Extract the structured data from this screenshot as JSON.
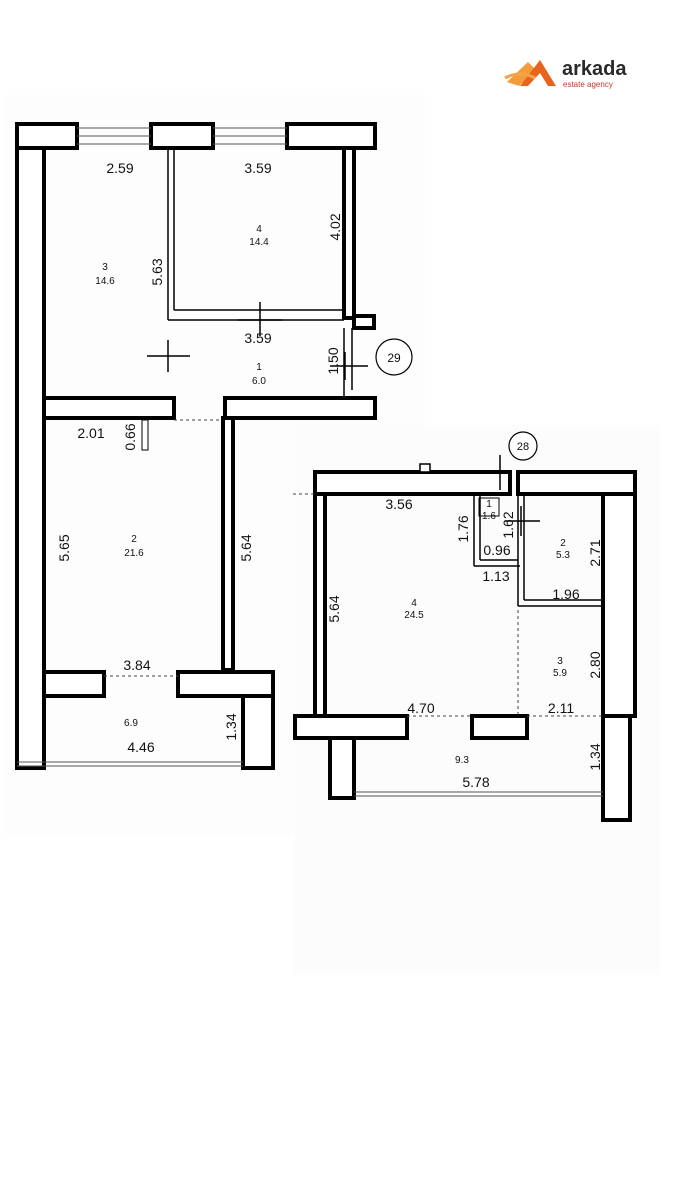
{
  "brand": {
    "name": "arkada",
    "tagline": "estate agency",
    "color_primary": "#e8641e",
    "color_dark": "#2a2a2a"
  },
  "plan_29": {
    "unit_number": "29",
    "rooms": [
      {
        "num": "1",
        "area": "6.0"
      },
      {
        "num": "2",
        "area": "21.6"
      },
      {
        "num": "3",
        "area": "14.6"
      },
      {
        "num": "4",
        "area": "14.4"
      },
      {
        "num": "",
        "area": "6.9"
      }
    ],
    "dims": {
      "top_left": "2.59",
      "top_right": "3.59",
      "r4_height": "4.02",
      "r3_height": "5.63",
      "hall_width": "3.59",
      "hall_height": "1.50",
      "r2_top": "2.01",
      "door": "0.66",
      "r2_left_h": "5.65",
      "r2_right_h": "5.64",
      "r2_bottom": "3.84",
      "balcony_h": "1.34",
      "balcony_w": "4.46"
    }
  },
  "plan_28": {
    "unit_number": "28",
    "rooms": [
      {
        "num": "1",
        "area": "1.6"
      },
      {
        "num": "2",
        "area": "5.3"
      },
      {
        "num": "3",
        "area": "5.9"
      },
      {
        "num": "4",
        "area": "24.5"
      },
      {
        "num": "",
        "area": "9.3"
      }
    ],
    "dims": {
      "top": "3.56",
      "r1_h": "1.76",
      "r1_h2": "1.62",
      "r1_w": "0.96",
      "r1_w2": "1.13",
      "r2_h": "2.71",
      "r2_w": "1.96",
      "r3_h": "2.80",
      "r4_h": "5.64",
      "bottom_left": "4.70",
      "bottom_right": "2.11",
      "balcony_h": "1.34",
      "balcony_w": "5.78"
    }
  }
}
